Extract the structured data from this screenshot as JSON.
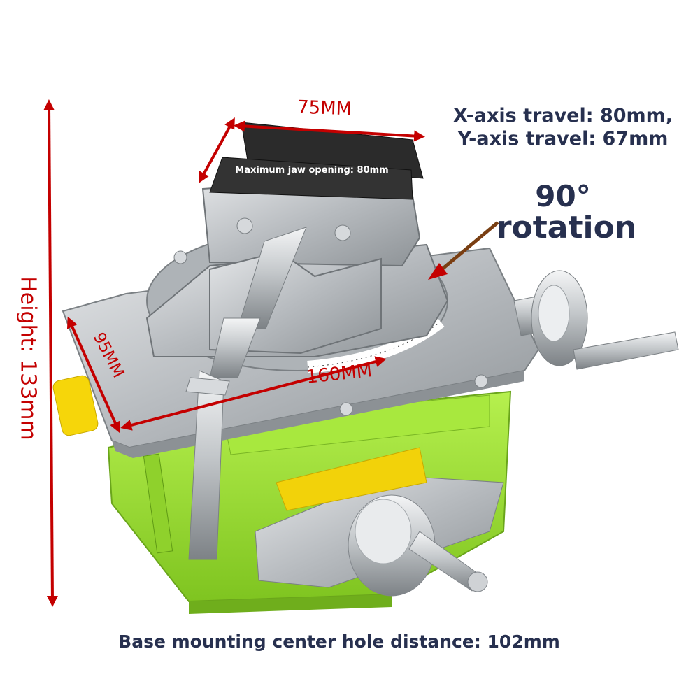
{
  "annotations": {
    "travel_x": "X-axis travel: 80mm,",
    "travel_y": "Y-axis travel: 67mm",
    "rotation_angle": "90°",
    "rotation_word": "rotation",
    "jaw_width": "75MM",
    "jaw_opening": "Maximum jaw opening: 80mm",
    "table_length": "160MM",
    "table_width": "95MM",
    "height": "Height: 133mm",
    "base_hole_distance": "Base mounting center hole distance: 102mm"
  },
  "colors": {
    "annotation_red": "#c40000",
    "text_navy": "#27304f",
    "base_green": "#9ee33a",
    "vise_silver": "#b9bdc1",
    "jaw_black": "#2b2b2b",
    "accent_yellow": "#f6d60a"
  }
}
